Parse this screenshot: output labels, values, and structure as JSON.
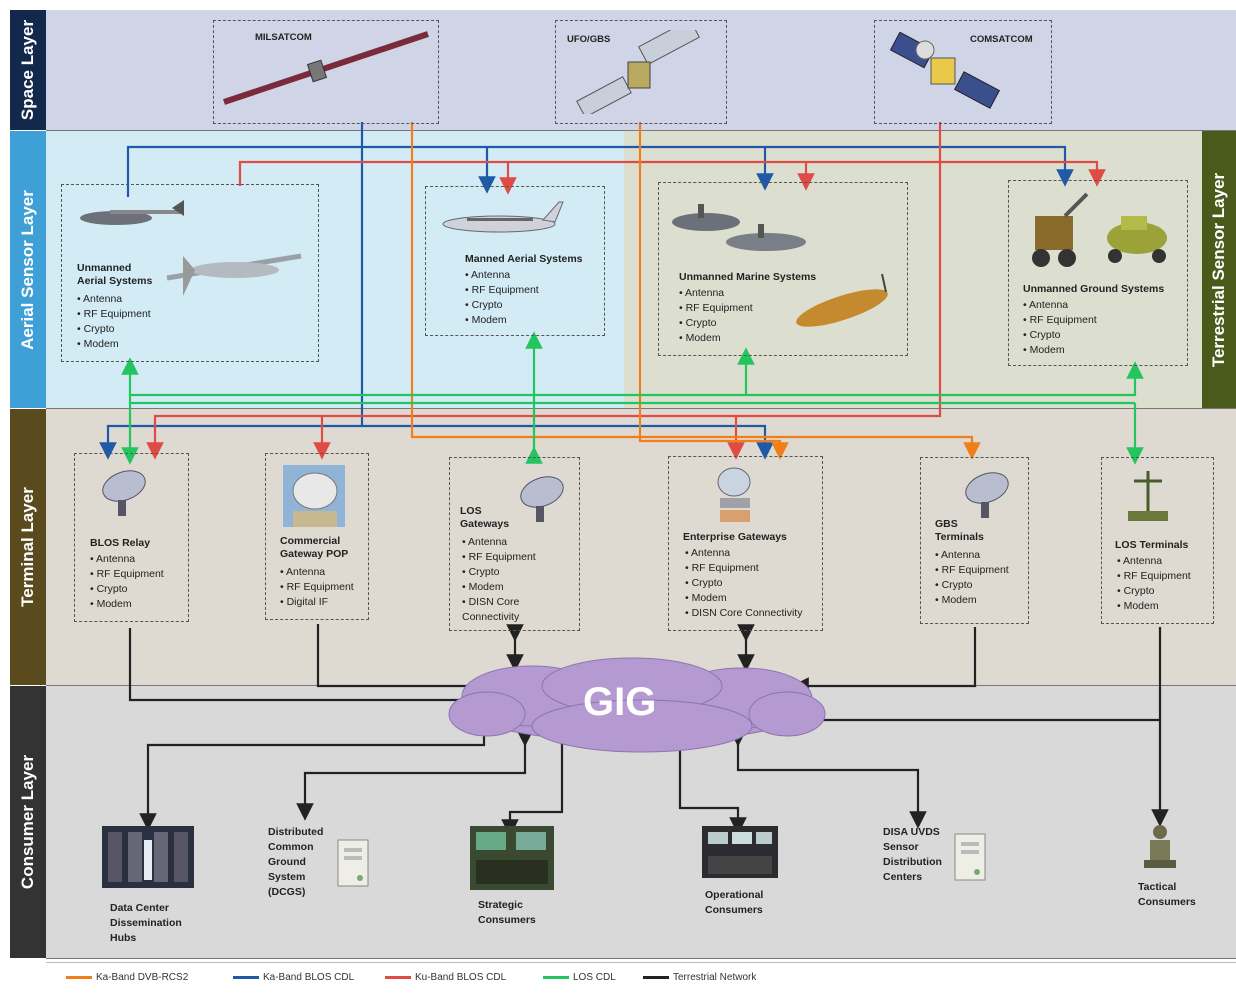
{
  "layers": {
    "space": "Space Layer",
    "aerial": "Aerial Sensor Layer",
    "terrestrial": "Terrestrial Sensor Layer",
    "terminal": "Terminal Layer",
    "consumer": "Consumer Layer"
  },
  "colors": {
    "space_tab": "#13294b",
    "aerial_tab": "#3ea0d6",
    "terrestrial_tab": "#4a5a1a",
    "terminal_tab": "#5a4b1e",
    "consumer_tab": "#333333",
    "ka_dvb": "#f07f1a",
    "ka_blos": "#1f5aa8",
    "ku_blos": "#e04b45",
    "los_cdl": "#22c55e",
    "terrestrial_net": "#222222",
    "gig_cloud": "#b49ad0"
  },
  "satellites": {
    "milsatcom": "MILSATCOM",
    "ufo_gbs": "UFO/GBS",
    "comsatcom": "COMSATCOM"
  },
  "sensors": {
    "uas": {
      "title": "Unmanned\nAerial Systems",
      "items": [
        "Antenna",
        "RF Equipment",
        "Crypto",
        "Modem"
      ]
    },
    "mas": {
      "title": "Manned Aerial Systems",
      "items": [
        "Antenna",
        "RF Equipment",
        "Crypto",
        "Modem"
      ]
    },
    "ums": {
      "title": "Unmanned Marine Systems",
      "items": [
        "Antenna",
        "RF Equipment",
        "Crypto",
        "Modem"
      ]
    },
    "ugs": {
      "title": "Unmanned Ground Systems",
      "items": [
        "Antenna",
        "RF Equipment",
        "Crypto",
        "Modem"
      ]
    }
  },
  "terminals": {
    "blos": {
      "title": "BLOS Relay",
      "items": [
        "Antenna",
        "RF Equipment",
        "Crypto",
        "Modem"
      ]
    },
    "cgp": {
      "title": "Commercial\nGateway POP",
      "items": [
        "Antenna",
        "RF Equipment",
        "Digital IF"
      ]
    },
    "los_gw": {
      "title": "LOS\nGateways",
      "items": [
        "Antenna",
        "RF Equipment",
        "Crypto",
        "Modem",
        "DISN Core Connectivity"
      ]
    },
    "ent": {
      "title": "Enterprise Gateways",
      "items": [
        "Antenna",
        "RF Equipment",
        "Crypto",
        "Modem",
        "DISN Core Connectivity"
      ]
    },
    "gbs": {
      "title": "GBS\nTerminals",
      "items": [
        "Antenna",
        "RF Equipment",
        "Crypto",
        "Modem"
      ]
    },
    "los_t": {
      "title": "LOS Terminals",
      "items": [
        "Antenna",
        "RF Equipment",
        "Crypto",
        "Modem"
      ]
    }
  },
  "gig": "GIG",
  "consumers": {
    "dc": "Data Center\nDissemination\nHubs",
    "dcgs": "Distributed\nCommon\nGround\nSystem\n(DCGS)",
    "strategic": "Strategic\nConsumers",
    "operational": "Operational\nConsumers",
    "disa": "DISA UVDS\nSensor\nDistribution\nCenters",
    "tactical": "Tactical\nConsumers"
  },
  "legend": {
    "ka_dvb": "Ka-Band DVB-RCS2",
    "ka_blos": "Ka-Band BLOS CDL",
    "ku_blos": "Ku-Band BLOS CDL",
    "los_cdl": "LOS CDL",
    "terrestrial": "Terrestrial Network"
  }
}
